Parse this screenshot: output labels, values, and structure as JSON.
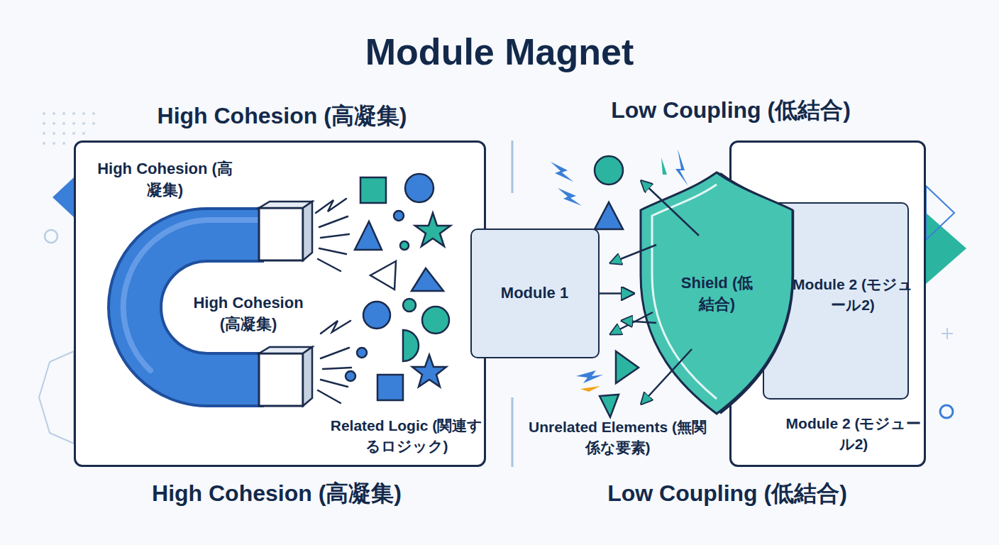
{
  "diagram": {
    "title": "Module Magnet",
    "nodes": [
      {
        "text": [
          "High Cohesion (高凝集)",
          "High Cohesion (高凝集)",
          "Related Logic (関連するロジック)"
        ]
      },
      {
        "text": [
          "Module 1"
        ]
      },
      {
        "text": [
          "Shield (低結合)"
        ]
      },
      {
        "text": [
          "Module 2 (モジュール2)"
        ]
      },
      {
        "text": [
          "Module 2 (モジュール2)"
        ],
        "in": 3
      }
    ],
    "edges": [
      {
        "from": 1,
        "to": 2,
        "arrow": "to"
      }
    ],
    "labels": [
      "High Cohesion (高凝集)",
      "Low Coupling (低結合)",
      "Unrelated Elements (無関係な要素)",
      "High Cohesion (高凝集)",
      "Low Coupling (低結合)"
    ]
  }
}
